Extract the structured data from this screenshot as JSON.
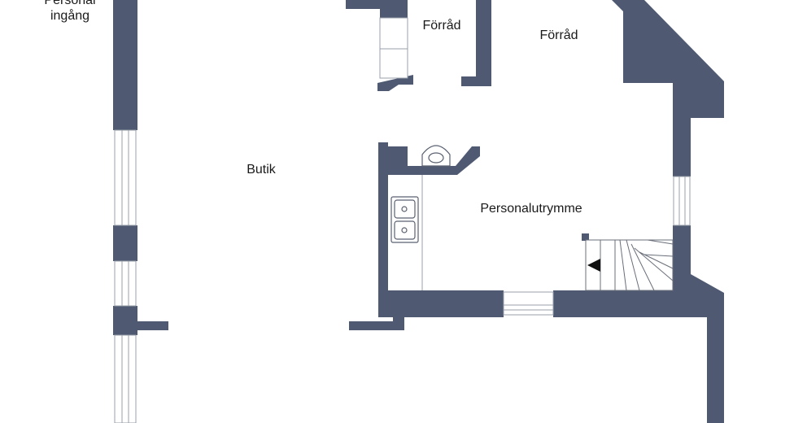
{
  "floorplan": {
    "wall_color": "#4f5a72",
    "rooms": {
      "entrance_line1": "Personal",
      "entrance_line2": "ingång",
      "storage_small": "Förråd",
      "storage_large": "Förråd",
      "shop": "Butik",
      "staff_room": "Personalutrymme"
    },
    "icons": {
      "sink": "sink-icon",
      "stove": "double-sink-icon",
      "stairs": "staircase-icon",
      "stair_arrow": "arrow-left-icon"
    }
  }
}
